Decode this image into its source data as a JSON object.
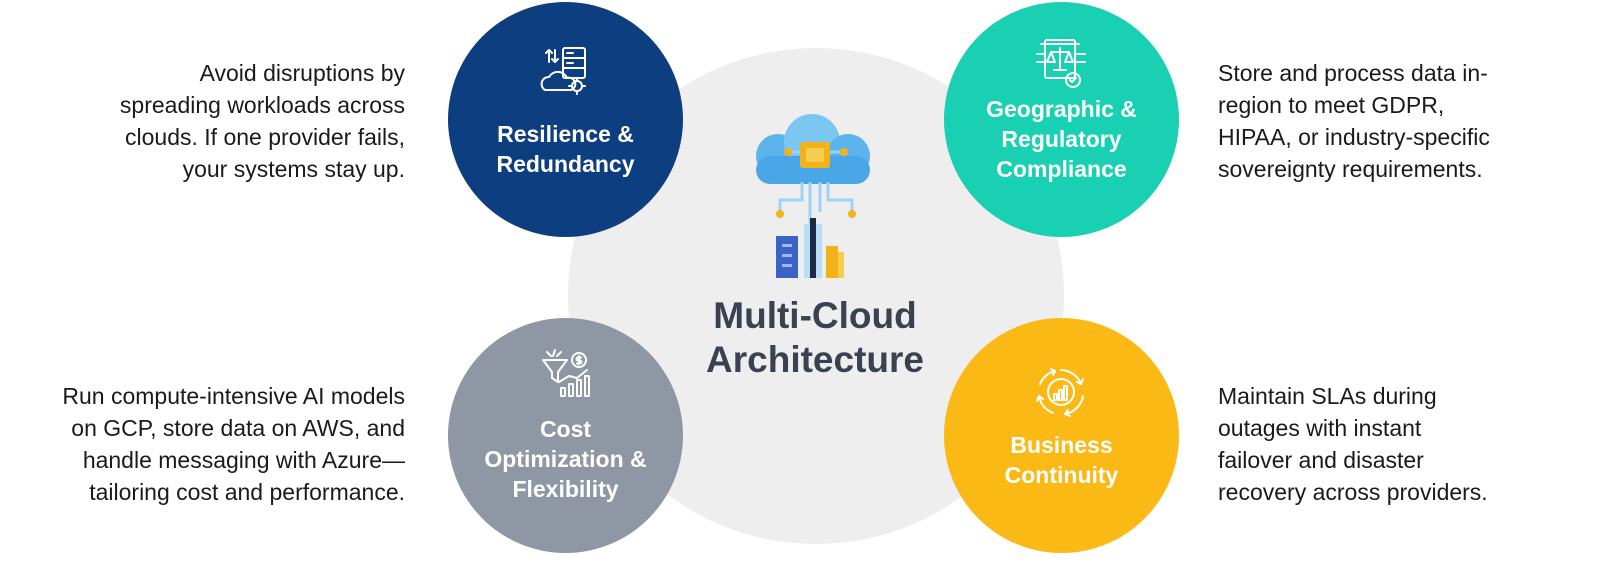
{
  "center": {
    "title_lines": [
      "Multi-Cloud",
      "Architecture"
    ],
    "icon": "cloud-chip-server-icon"
  },
  "nodes": [
    {
      "id": "resilience",
      "label_lines": [
        "Resilience &",
        "Redundancy"
      ],
      "color": "#0d3f80",
      "icon": "server-cloud-gear-icon",
      "description_lines": [
        "Avoid disruptions by",
        "spreading workloads across",
        "clouds. If one provider fails,",
        "your systems stay up."
      ]
    },
    {
      "id": "compliance",
      "label_lines": [
        "Geographic &",
        "Regulatory",
        "Compliance"
      ],
      "color": "#19d0b2",
      "icon": "legal-document-scale-icon",
      "description_lines": [
        "Store and process data in-",
        "region to meet GDPR,",
        "HIPAA, or industry-specific",
        "sovereignty requirements."
      ]
    },
    {
      "id": "cost",
      "label_lines": [
        "Cost",
        "Optimization &",
        "Flexibility"
      ],
      "color": "#8f97a4",
      "icon": "funnel-dollar-chart-icon",
      "description_lines": [
        "Run compute-intensive AI models",
        "on GCP, store data on AWS, and",
        "handle messaging with Azure—",
        "tailoring cost and performance."
      ]
    },
    {
      "id": "continuity",
      "label_lines": [
        "Business",
        "Continuity"
      ],
      "color": "#fbb915",
      "icon": "cycle-chart-icon",
      "description_lines": [
        "Maintain SLAs during",
        "outages with instant",
        "failover and disaster",
        "recovery across providers."
      ]
    }
  ]
}
